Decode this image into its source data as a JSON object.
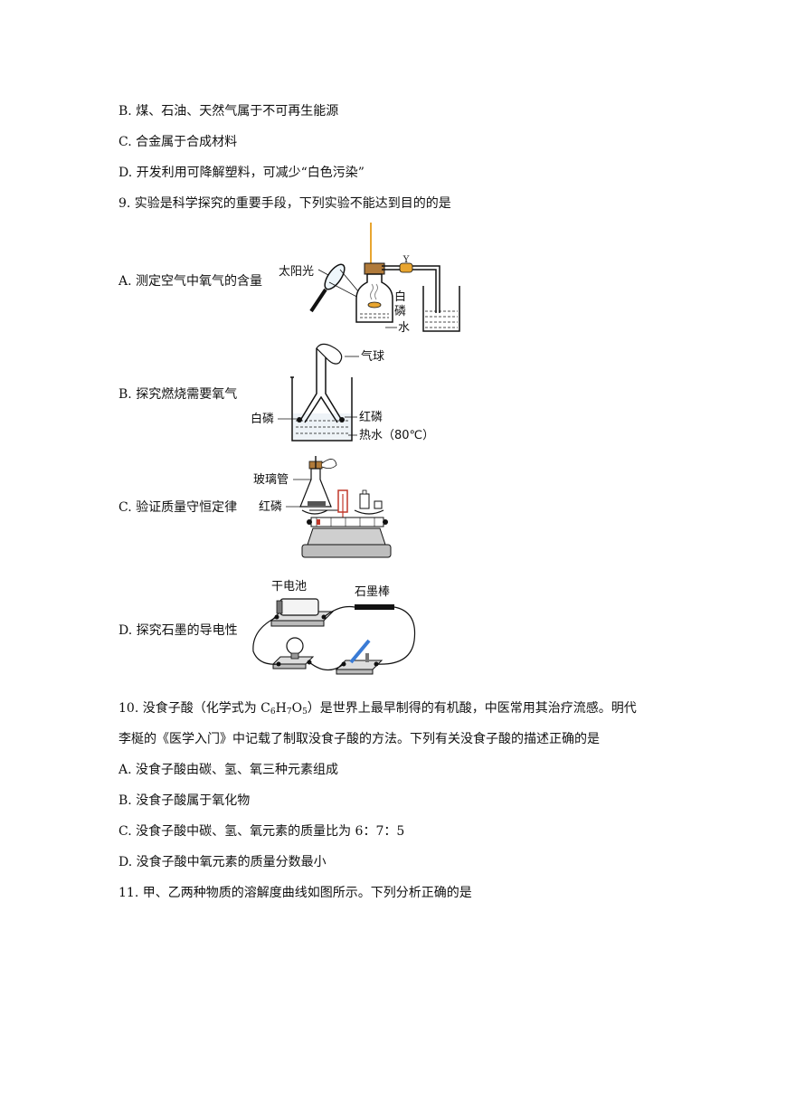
{
  "q8": {
    "optB": "B.  煤、石油、天然气属于不可再生能源",
    "optC": "C.  合金属于合成材料",
    "optD": "D.  开发利用可降解塑料，可减少“白色污染”"
  },
  "q9": {
    "stem": "9.  实验是科学探究的重要手段，下列实验不能达到目的的是",
    "optA": "A.  测定空气中氧气的含量",
    "optB": "B.  探究燃烧需要氧气",
    "optC": "C.  验证质量守恒定律",
    "optD": "D.  探究石墨的导电性",
    "figA": {
      "sun": "太阳光",
      "p1": "白",
      "p2": "磷",
      "water": "水"
    },
    "figB": {
      "balloon": "气球",
      "white": "白磷",
      "red": "红磷",
      "hot": "热水（80℃）"
    },
    "figC": {
      "tube": "玻璃管",
      "red": "红磷"
    },
    "figD": {
      "battery": "干电池",
      "graphite": "石墨棒"
    }
  },
  "q10": {
    "stem_pre": "10.  没食子酸（化学式为 C",
    "sub1": "6",
    "mid1": "H",
    "sub2": "7",
    "mid2": "O",
    "sub3": "5",
    "stem_post": "）是世界上最早制得的有机酸，中医常用其治疗流感。明代",
    "stem2": "李梴的《医学入门》中记载了制取没食子酸的方法。下列有关没食子酸的描述正确的是",
    "optA": "A.  没食子酸由碳、氢、氧三种元素组成",
    "optB": "B.  没食子酸属于氧化物",
    "optC": "C.  没食子酸中碳、氢、氧元素的质量比为 6：7：5",
    "optD": "D.  没食子酸中氧元素的质量分数最小"
  },
  "q11": {
    "stem": "11.  甲、乙两种物质的溶解度曲线如图所示。下列分析正确的是"
  }
}
